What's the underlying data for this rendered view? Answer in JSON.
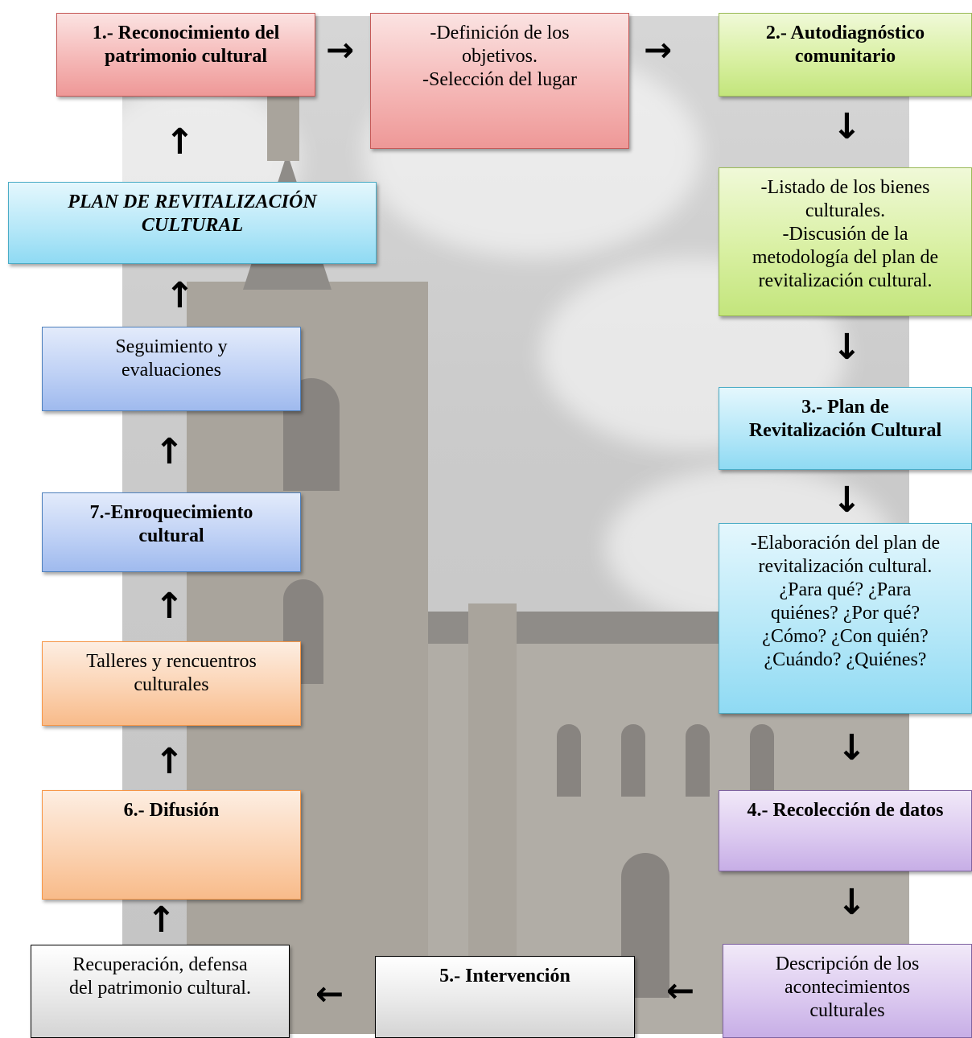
{
  "nodes": {
    "step1": "1.- Reconocimiento del\npatrimonio cultural",
    "definition": "-Definición de los\nobjetivos.\n-Selección del lugar",
    "step2": "2.- Autodiagnóstico\ncomunitario",
    "listing": "-Listado de los bienes\nculturales.\n-Discusión de la\nmetodología del plan de\nrevitalización cultural.",
    "step3": "3.- Plan de\nRevitalización Cultural",
    "elaboration": "-Elaboración del plan de\nrevitalización cultural.\n¿Para qué? ¿Para\nquiénes? ¿Por qué?\n¿Cómo? ¿Con quién?\n¿Cuándo? ¿Quiénes?",
    "step4": "4.- Recolección de datos",
    "description": "Descripción de los\nacontecimientos\nculturales",
    "step5": "5.- Intervención",
    "recovery": "Recuperación, defensa\ndel patrimonio cultural.",
    "step6": "6.- Difusión",
    "workshops": "Talleres y rencuentros\nculturales",
    "step7": "7.-Enroquecimiento\ncultural",
    "followup": "Seguimiento y\nevaluaciones",
    "plan": "PLAN DE REVITALIZACIÓN\nCULTURAL"
  },
  "arrows": {
    "right": "→",
    "left": "←",
    "up": "↑",
    "down": "↓"
  },
  "colors": {
    "red": "#f5b8b7",
    "green": "#d9f0a3",
    "cyan": "#b7e8f8",
    "blue": "#bfd1f5",
    "orange": "#fbd3b3",
    "purple": "#dccaf0",
    "gray": "#e9e9e9"
  }
}
